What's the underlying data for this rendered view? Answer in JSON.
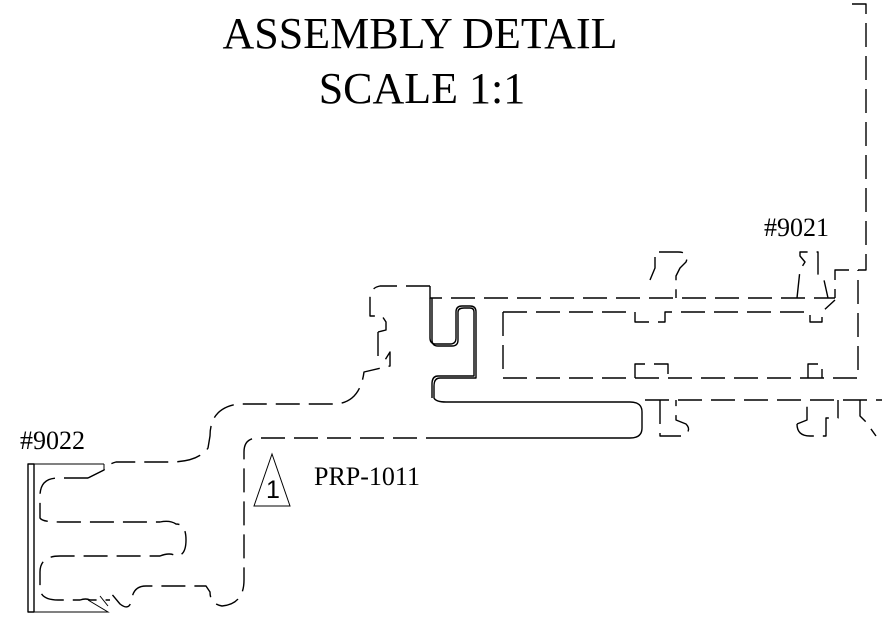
{
  "title": {
    "line1": "ASSEMBLY DETAIL",
    "line2": "SCALE 1:1"
  },
  "labels": {
    "part_top_right": "#9021",
    "part_bottom_left": "#9022",
    "callout_number": "1",
    "callout_text": "PRP-1011"
  }
}
